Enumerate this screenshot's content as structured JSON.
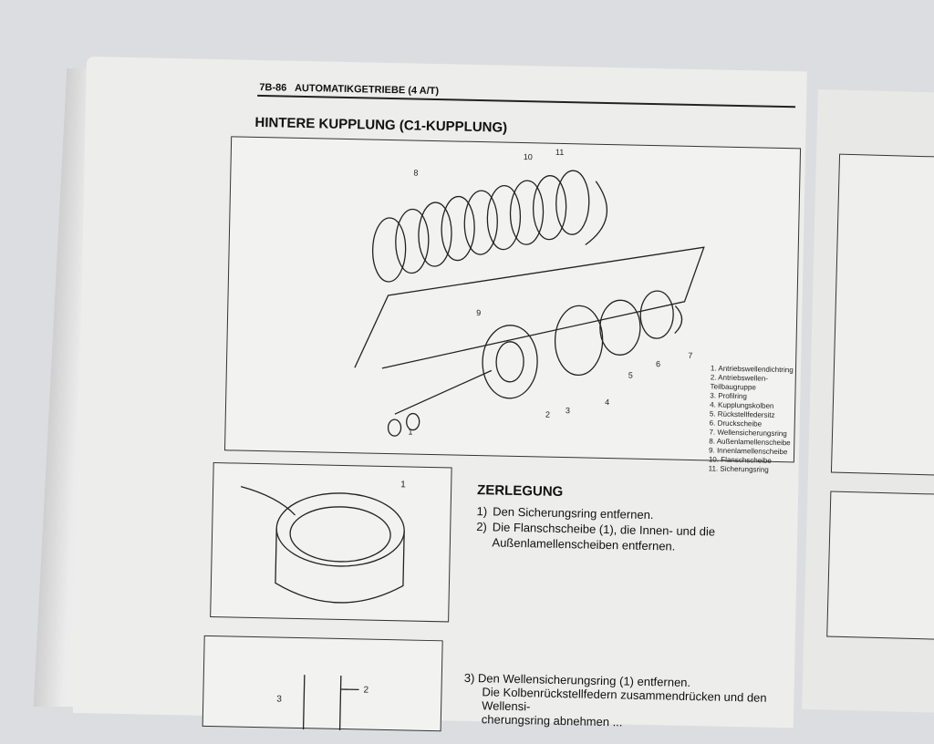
{
  "header": {
    "page_number": "7B-86",
    "chapter": "AUTOMATIKGETRIEBE (4 A/T)"
  },
  "title": "HINTERE KUPPLUNG (C1-KUPPLUNG)",
  "diagram": {
    "callouts": [
      "1",
      "2",
      "3",
      "4",
      "5",
      "6",
      "7",
      "8",
      "9",
      "10",
      "11"
    ],
    "legend": [
      "1. Antriebswellendichtring",
      "2. Antriebswellen-Teilbaugruppe",
      "3. Profilring",
      "4. Kupplungskolben",
      "5. Rückstellfedersitz",
      "6. Druckscheibe",
      "7. Wellensicherungsring",
      "8. Außenlamellenscheibe",
      "9. Innenlamellenscheibe",
      "10. Flanschscheibe",
      "11. Sicherungsring"
    ]
  },
  "figure2": {
    "callout": "1"
  },
  "figure3": {
    "callouts": [
      "2",
      "3"
    ]
  },
  "section": {
    "heading": "ZERLEGUNG",
    "steps": [
      {
        "num": "1)",
        "text": "Den Sicherungsring entfernen."
      },
      {
        "num": "2)",
        "text": "Die Flanschscheibe (1), die Innen- und die Außenlamellenscheiben entfernen."
      }
    ],
    "step3": {
      "num": "3)",
      "line1": "Den Wellensicherungsring (1) entfernen.",
      "line2": "Die Kolbenrückstellfedern zusammendrücken und den Wellensi-",
      "line3": "cherungsring abnehmen ..."
    }
  }
}
